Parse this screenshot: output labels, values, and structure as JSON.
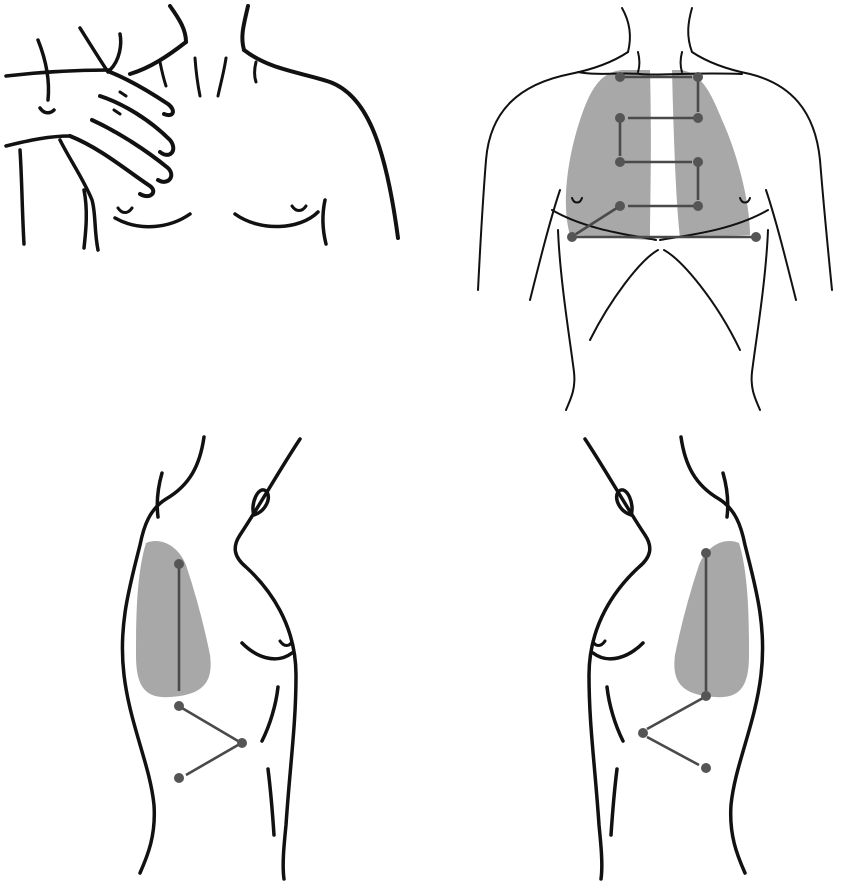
{
  "colors": {
    "outline": "#111111",
    "lung_shading": "#a8a8a8",
    "arrow": "#4a4a4a",
    "dot": "#555555"
  },
  "figure": {
    "panels": [
      {
        "id": "hand-percussion",
        "content": "percussion"
      },
      {
        "id": "anterior-chest",
        "content": "anterior-sequence"
      },
      {
        "id": "left-lateral",
        "content": "lateral-sequence"
      },
      {
        "id": "right-lateral",
        "content": "lateral-sequence"
      }
    ]
  }
}
